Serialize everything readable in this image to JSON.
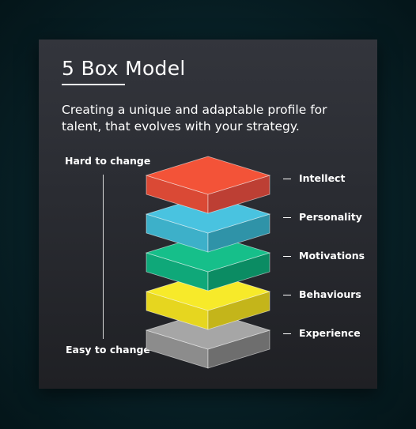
{
  "title": "5 Box Model",
  "subtitle": "Creating a unique and adaptable profile for talent, that evolves with your strategy.",
  "axis": {
    "top": "Hard to change",
    "bottom": "Easy to change"
  },
  "layers": [
    {
      "label": "Intellect",
      "top": "#f35338",
      "left": "#da4935",
      "right": "#bd3f34"
    },
    {
      "label": "Personality",
      "top": "#49c3e0",
      "left": "#3db0c9",
      "right": "#2f93a8"
    },
    {
      "label": "Motivations",
      "top": "#16bf8a",
      "left": "#0fa879",
      "right": "#0b8c63"
    },
    {
      "label": "Behaviours",
      "top": "#f7ea2a",
      "left": "#e6d61f",
      "right": "#c4b51a"
    },
    {
      "label": "Experience",
      "top": "#a6a6a6",
      "left": "#8c8c8c",
      "right": "#6e6e6e"
    }
  ]
}
